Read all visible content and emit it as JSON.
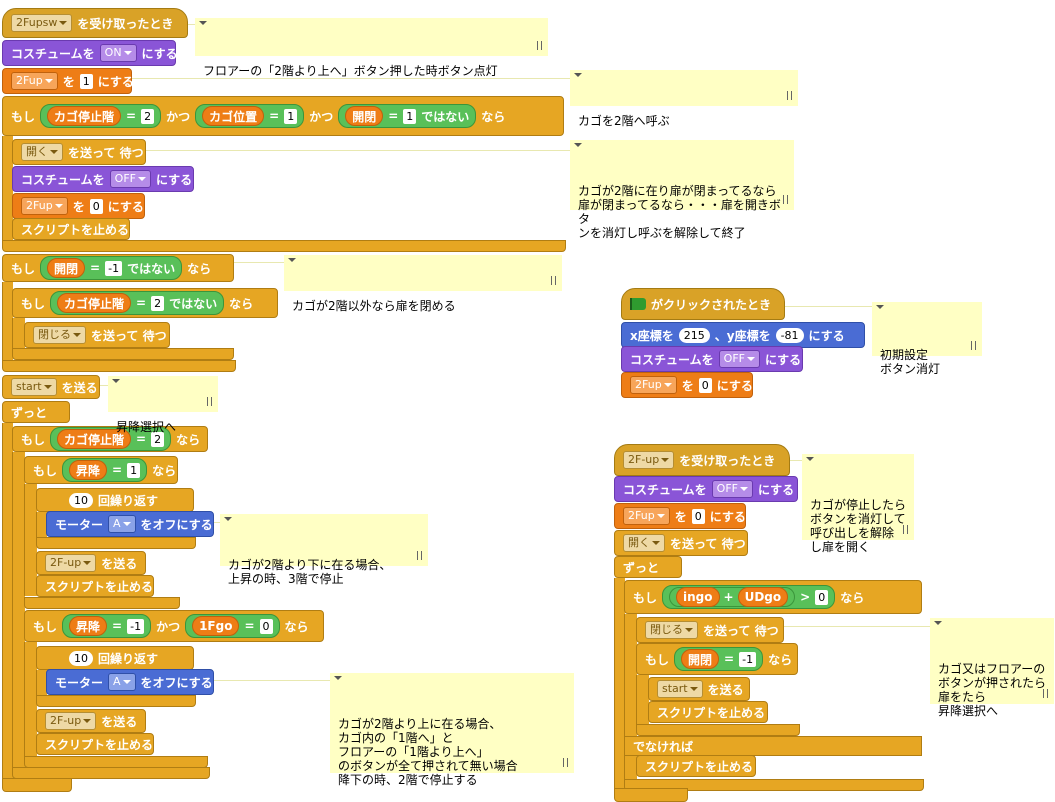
{
  "tokens": {
    "when_received": "を受け取ったとき",
    "switch_costume": "コスチュームを",
    "to_it": "にする",
    "set_to": "を",
    "make": "にする",
    "if": "もし",
    "then": "なら",
    "and": "かつ",
    "not": "ではない",
    "equals": "=",
    "broadcast_wait": "を送って 待つ",
    "broadcast": "を送る",
    "stop_script": "スクリプトを止める",
    "forever": "ずっと",
    "repeat": "回繰り返す",
    "motor": "モーター",
    "motor_off": "をオフにする",
    "else": "でなければ",
    "flag_clicked": "がクリックされたとき",
    "goto_x": "x座標を",
    "goto_y": "、y座標を",
    "plus": "+",
    "gt": ">"
  },
  "values": {
    "msg_2fupsw": "2Fupsw",
    "costume_on": "ON",
    "costume_off": "OFF",
    "var_2fup": "2Fup",
    "one": "1",
    "zero": "0",
    "two": "2",
    "minus_one": "-1",
    "ten": "10",
    "msg_open": "開く",
    "msg_close": "閉じる",
    "msg_start": "start",
    "msg_2fup_lower": "2F-up",
    "motor_a": "A",
    "rep_stop_floor": "カゴ停止階",
    "rep_pos": "カゴ位置",
    "rep_door": "開閉",
    "rep_updown": "昇降",
    "rep_1fgo": "1Fgo",
    "rep_ingo": "ingo",
    "rep_udgo": "UDgo",
    "x": "215",
    "y": "-81"
  },
  "notes": {
    "n1": "フロアーの「2階より上へ」ボタン押した時ボタン点灯",
    "n2": "カゴを2階へ呼ぶ",
    "n3": "カゴが2階に在り扉が閉まってるなら\n扉が閉まってるなら・・・扉を開きボタ\nンを消灯し呼ぶを解除して終了",
    "n4": "カゴが2階以外なら扉を閉める",
    "n5": "昇降選択へ",
    "n6": "カゴが2階より下に在る場合、\n上昇の時、3階で停止",
    "n7": "カゴが2階より上に在る場合、\nカゴ内の「1階へ」と\nフロアーの「1階より上へ」\nのボタンが全て押されて無い場合\n降下の時、2階で停止する",
    "n8": "初期設定\nボタン消灯",
    "n9": "カゴが停止したら\nボタンを消灯して\n呼び出しを解除\nし扉を開く",
    "n10": "カゴ又はフロアーの\nボタンが押されたら\n扉をたら\n昇降選択へ"
  },
  "colors": {
    "event": "#d9a227",
    "control": "#e6a623",
    "looks": "#8a55d7",
    "variables": "#ee7d16",
    "motion": "#4a6cd4",
    "operators": "#59c059",
    "note": "#ffffc4"
  }
}
